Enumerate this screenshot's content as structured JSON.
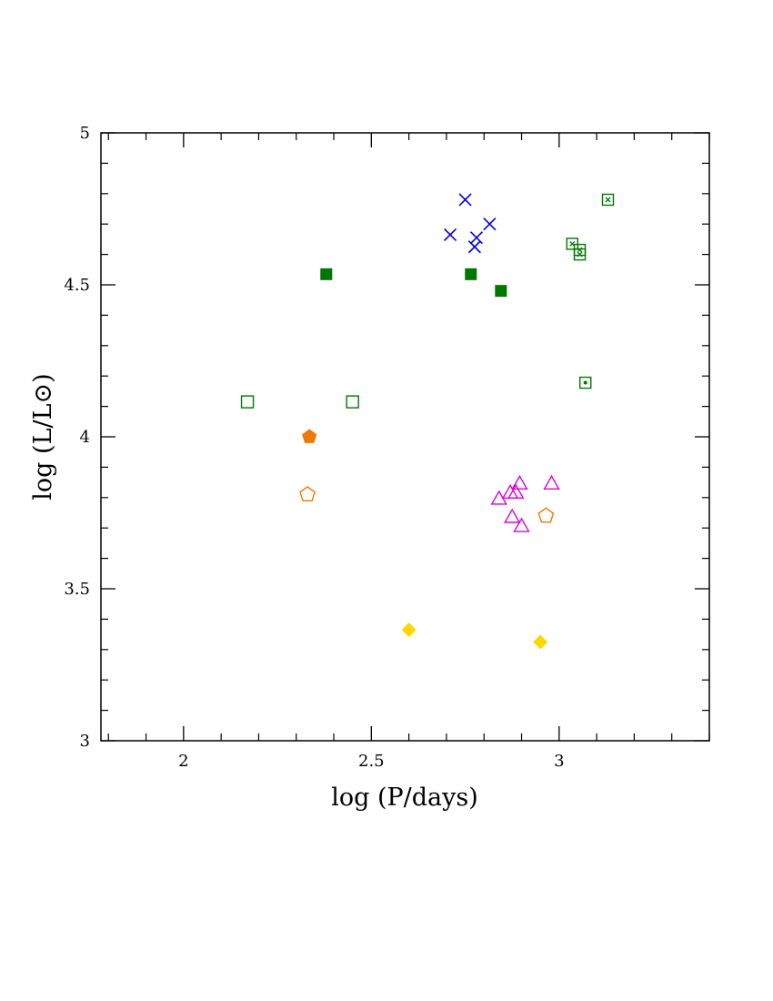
{
  "chart_data": {
    "type": "scatter",
    "title": "",
    "xlabel": "log (P/days)",
    "ylabel": "log (L/L⊙)",
    "xlim": [
      1.78,
      3.4
    ],
    "ylim": [
      3.0,
      5.0
    ],
    "x_ticks": [
      {
        "value": 2.0,
        "label": "2"
      },
      {
        "value": 2.5,
        "label": "2.5"
      },
      {
        "value": 3.0,
        "label": "3"
      }
    ],
    "y_ticks": [
      {
        "value": 3.0,
        "label": "3"
      },
      {
        "value": 3.5,
        "label": "3.5"
      },
      {
        "value": 4.0,
        "label": "4"
      },
      {
        "value": 4.5,
        "label": "4.5"
      },
      {
        "value": 5.0,
        "label": "5"
      }
    ],
    "grid": false,
    "legend": "none",
    "series": [
      {
        "marker": "cross",
        "color": "#0000dd",
        "points": [
          [
            2.75,
            4.78
          ],
          [
            2.71,
            4.665
          ],
          [
            2.78,
            4.655
          ],
          [
            2.775,
            4.625
          ],
          [
            2.815,
            4.7
          ]
        ]
      },
      {
        "marker": "square-filled",
        "color": "#007700",
        "points": [
          [
            2.38,
            4.535
          ],
          [
            2.765,
            4.535
          ],
          [
            2.845,
            4.48
          ]
        ]
      },
      {
        "marker": "square-open",
        "color": "#007700",
        "points": [
          [
            2.17,
            4.115
          ],
          [
            2.45,
            4.115
          ]
        ]
      },
      {
        "marker": "square-cross",
        "color": "#007700",
        "points": [
          [
            3.13,
            4.78
          ],
          [
            3.035,
            4.635
          ],
          [
            3.055,
            4.615
          ],
          [
            3.055,
            4.6
          ]
        ]
      },
      {
        "marker": "square-dot",
        "color": "#007700",
        "points": [
          [
            3.07,
            4.178
          ]
        ]
      },
      {
        "marker": "pentagon-filled",
        "color": "#f07800",
        "points": [
          [
            2.335,
            4.0
          ]
        ]
      },
      {
        "marker": "pentagon-open",
        "color": "#f07800",
        "points": [
          [
            2.33,
            3.81
          ],
          [
            2.965,
            3.74
          ]
        ]
      },
      {
        "marker": "triangle-open",
        "color": "#dd00dd",
        "points": [
          [
            2.84,
            3.795
          ],
          [
            2.87,
            3.815
          ],
          [
            2.885,
            3.815
          ],
          [
            2.895,
            3.845
          ],
          [
            2.98,
            3.845
          ],
          [
            2.875,
            3.735
          ],
          [
            2.9,
            3.705
          ]
        ]
      },
      {
        "marker": "diamond-filled",
        "color": "#ffd700",
        "points": [
          [
            2.6,
            3.365
          ],
          [
            2.95,
            3.325
          ]
        ]
      }
    ]
  }
}
